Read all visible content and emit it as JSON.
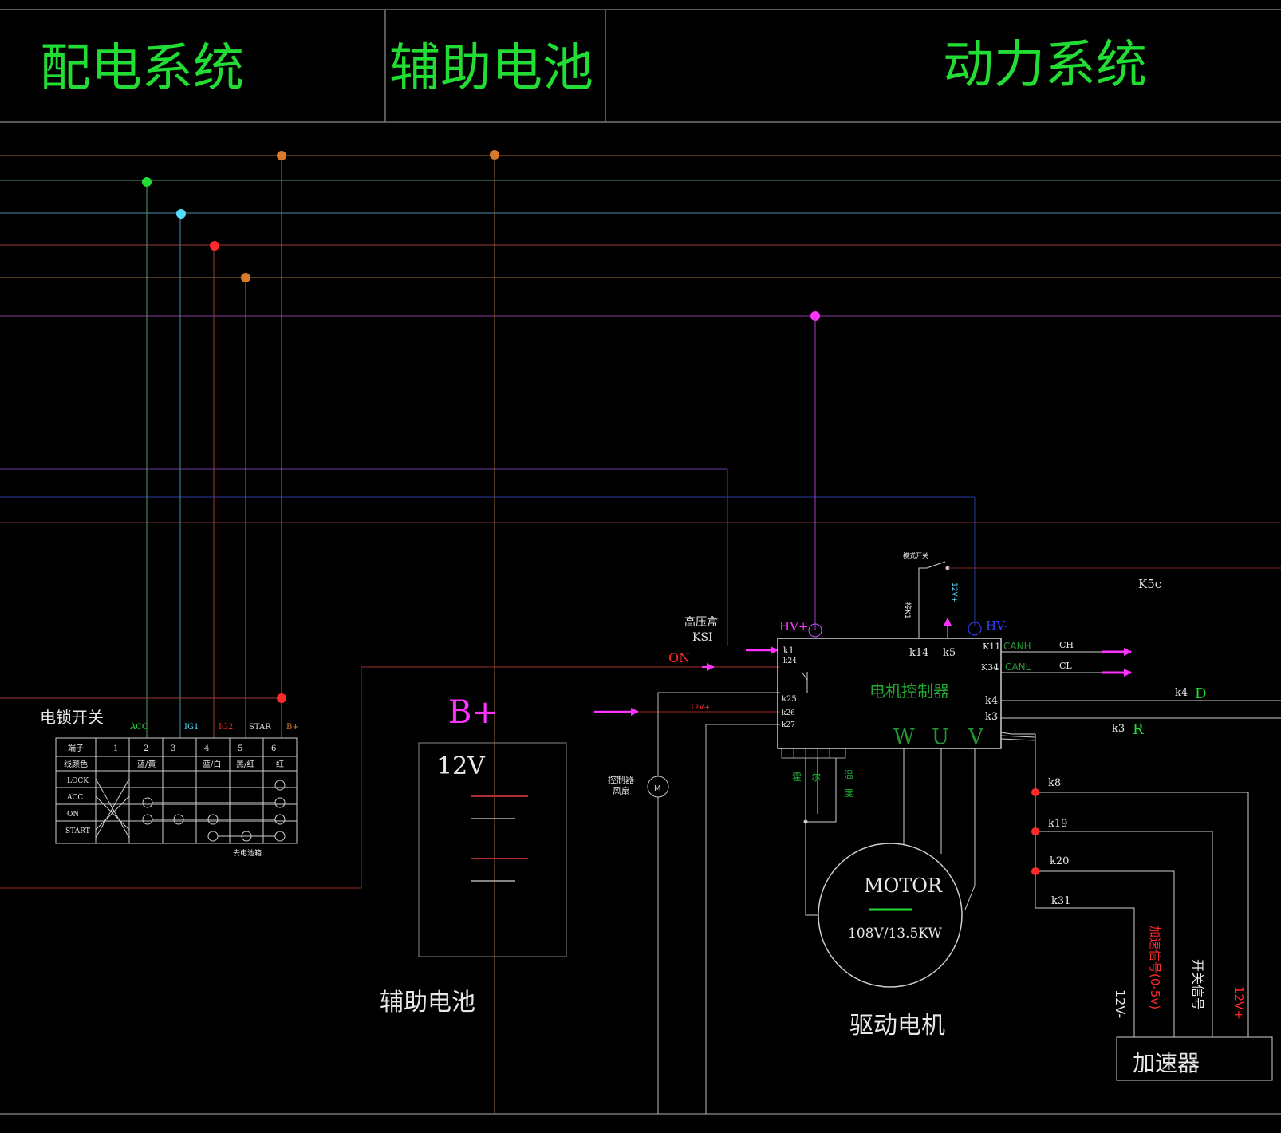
{
  "headers": {
    "distribution": "配电系统",
    "aux_battery": "辅助电池",
    "power": "动力系统"
  },
  "ignition_switch": {
    "title": "电锁开关",
    "terminals": [
      "ACC",
      "IG1",
      "IG2",
      "STAR",
      "B+"
    ],
    "table_header": [
      "端子",
      "1",
      "2",
      "3",
      "4",
      "5",
      "6"
    ],
    "table_color_row": [
      "线颜色",
      "",
      "蓝/黄",
      "",
      "蓝/白",
      "黑/红",
      "红"
    ],
    "positions": [
      "LOCK",
      "ACC",
      "ON",
      "START"
    ],
    "footnote": "去电池箱"
  },
  "battery": {
    "terminal": "B+",
    "voltage": "12V",
    "caption": "辅助电池"
  },
  "controller": {
    "title": "电机控制器",
    "hv_plus": "HV+",
    "hv_minus": "HV-",
    "hv_box": "高压盒",
    "ksi": "KSI",
    "on": "ON",
    "left_pins": [
      "k1",
      "k24",
      "k25",
      "k26",
      "k27"
    ],
    "top_pins": [
      "k14",
      "k5"
    ],
    "right_pins": [
      "K11",
      "K34",
      "k4",
      "k3"
    ],
    "phases": [
      "W",
      "U",
      "V"
    ],
    "can_h": "CANH",
    "can_l": "CANL",
    "ch": "CH",
    "cl": "CL",
    "fan_label": "控制器\n风扇",
    "fan_symbol": "M",
    "bottom_labels": [
      "霍",
      "尔",
      "温",
      "度"
    ],
    "mode_switch": "模式开关",
    "side_a": "接K1",
    "side_b": "12V+",
    "small_red": "12V+",
    "k5c": "K5c"
  },
  "gears": {
    "d_pin": "k4",
    "d": "D",
    "r_pin": "k3",
    "r": "R"
  },
  "motor": {
    "name": "MOTOR",
    "rating": "108V/13.5KW",
    "caption": "驱动电机"
  },
  "accelerator": {
    "name": "加速器",
    "pins": [
      "k8",
      "k19",
      "k20",
      "k31"
    ],
    "signals": [
      "12V-",
      "加速信号(0-5v)",
      "开关信号",
      "12V+"
    ]
  },
  "colors": {
    "background": "#000000",
    "title": "#22dd33",
    "frame": "#8a8a8a",
    "magenta": "#ff33ff",
    "orange": "#d87a2a",
    "red": "#ff2a2a",
    "green": "#22dd33",
    "cyan": "#55ddff",
    "blue": "#3344ff"
  }
}
